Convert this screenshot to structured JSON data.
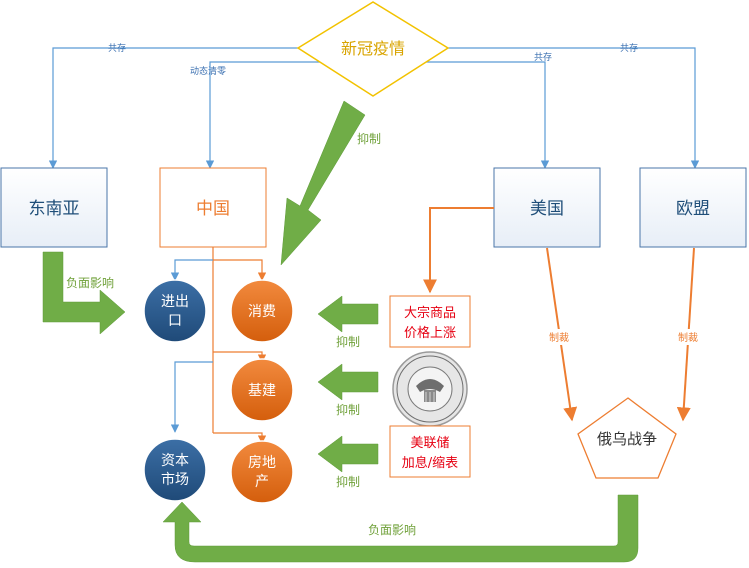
{
  "diagram": {
    "nodes": {
      "covid": "新冠疫情",
      "asean": "东南亚",
      "china": "中国",
      "usa": "美国",
      "eu": "欧盟",
      "import_export": [
        "进出",
        "口"
      ],
      "consumption": "消费",
      "infrastructure": "基建",
      "real_estate": [
        "房地",
        "产"
      ],
      "capital_market": [
        "资本",
        "市场"
      ],
      "commodity": [
        "大宗商品",
        "价格上涨"
      ],
      "fed": [
        "美联储",
        "加息/缩表"
      ],
      "war": "俄乌战争"
    },
    "edge_labels": {
      "coexist_left": "共存",
      "dynamic_zero": "动态清零",
      "coexist_mid": "共存",
      "coexist_right": "共存",
      "suppress_top": "抑制",
      "negative_left": "负面影响",
      "suppress_1": "抑制",
      "suppress_2": "抑制",
      "suppress_3": "抑制",
      "sanction_left": "制裁",
      "sanction_right": "制裁",
      "negative_bottom": "负面影响"
    },
    "colors": {
      "blue_line": "#5B9BD5",
      "orange_line": "#ED7D31",
      "green_arrow": "#70AD47",
      "dark_blue_circle": "#1F4E79",
      "orange_circle": "#E46C0A",
      "gold_diamond": "#F2C200",
      "red_text": "#E60012"
    },
    "icons": {
      "fed_seal": "federal-reserve-seal-icon"
    }
  }
}
